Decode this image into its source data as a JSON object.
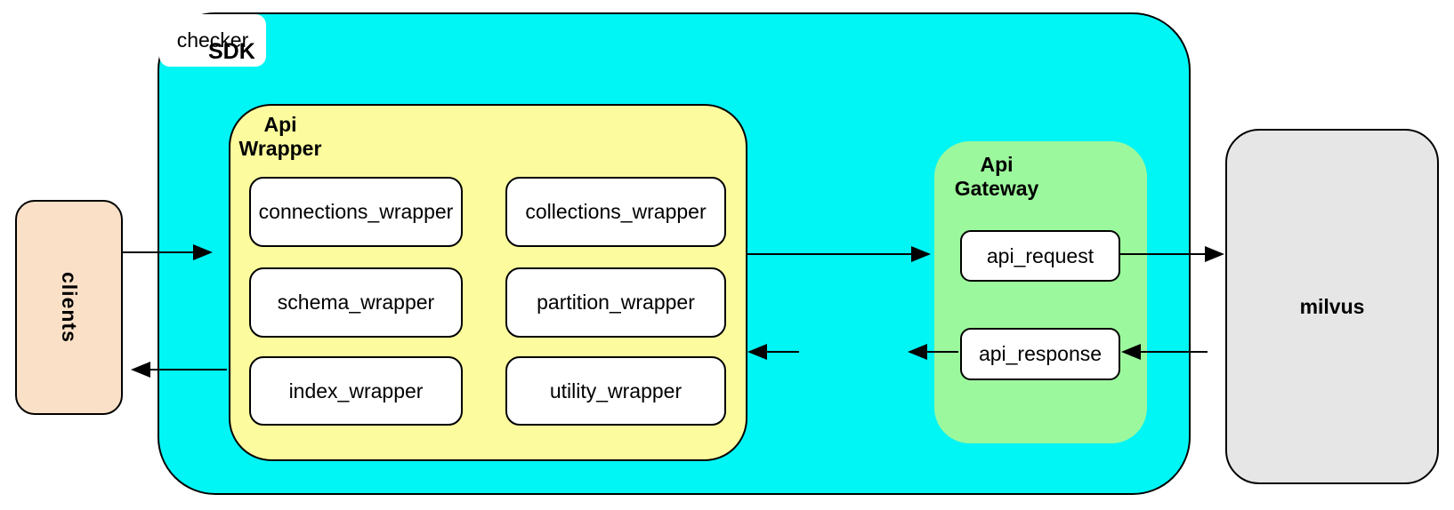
{
  "colors": {
    "sdk_fill": "#00F5F5",
    "wrapper_fill": "#FCFC9E",
    "gateway_fill": "#9CF89C",
    "clients_fill": "#FAE0C7",
    "milvus_fill": "#E6E6E6",
    "node_fill": "#FFFFFF",
    "stroke": "#000000"
  },
  "clients": {
    "label": "clients"
  },
  "sdk": {
    "label": "SDK"
  },
  "api_wrapper": {
    "title": [
      "Api",
      "Wrapper"
    ],
    "modules": [
      {
        "label": "connections_wrapper"
      },
      {
        "label": "collections_wrapper"
      },
      {
        "label": "schema_wrapper"
      },
      {
        "label": "partition_wrapper"
      },
      {
        "label": "index_wrapper"
      },
      {
        "label": "utility_wrapper"
      }
    ]
  },
  "checker": {
    "label": "checker"
  },
  "api_gateway": {
    "title": [
      "Api",
      "Gateway"
    ],
    "modules": [
      {
        "label": "api_request"
      },
      {
        "label": "api_response"
      }
    ]
  },
  "milvus": {
    "label": "milvus"
  },
  "edges": [
    {
      "from": "clients",
      "to": "sdk"
    },
    {
      "from": "api_wrapper",
      "to": "clients"
    },
    {
      "from": "api_wrapper",
      "to": "api_gateway"
    },
    {
      "from": "api_request",
      "to": "milvus"
    },
    {
      "from": "milvus",
      "to": "api_response"
    },
    {
      "from": "api_response",
      "to": "checker"
    },
    {
      "from": "checker",
      "to": "api_wrapper"
    }
  ]
}
